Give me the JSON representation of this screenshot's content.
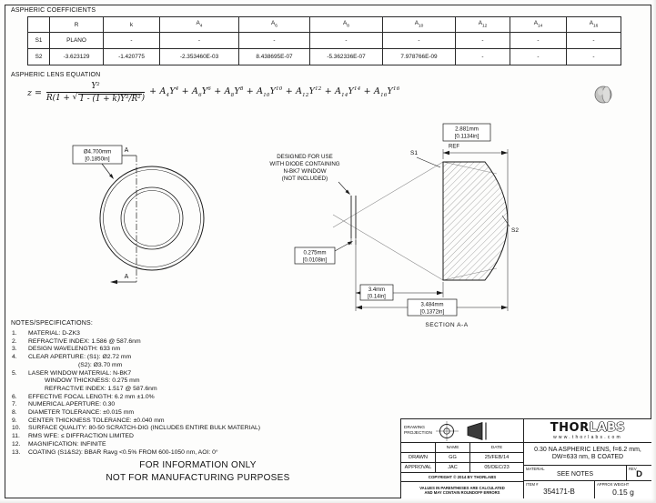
{
  "header": {
    "coefficients_label": "ASPHERIC COEFFICIENTS",
    "equation_label": "ASPHERIC LENS EQUATION"
  },
  "coefficients": {
    "headers": [
      {
        "text": ""
      },
      {
        "text": "R"
      },
      {
        "text": "k"
      },
      {
        "base": "A",
        "sub": "4"
      },
      {
        "base": "A",
        "sub": "6"
      },
      {
        "base": "A",
        "sub": "8"
      },
      {
        "base": "A",
        "sub": "10"
      },
      {
        "base": "A",
        "sub": "12"
      },
      {
        "base": "A",
        "sub": "14"
      },
      {
        "base": "A",
        "sub": "16"
      }
    ],
    "rows": [
      {
        "label": "S1",
        "values": [
          "PLANO",
          "-",
          "-",
          "-",
          "-",
          "-",
          "-",
          "-",
          "-"
        ]
      },
      {
        "label": "S2",
        "values": [
          "-3.623129",
          "-1.420775",
          "-2.353460E-03",
          "8.438695E-07",
          "-5.362336E-07",
          "7.978766E-09",
          "-",
          "-",
          "-"
        ]
      }
    ]
  },
  "equation": {
    "lhs": "z",
    "equals": "=",
    "numerator": "Y²",
    "den_prefix": "R(1 + ",
    "radical": "√",
    "radicand": "1 - (1 + k)Y²/R²",
    "den_suffix": ")",
    "tail_terms": [
      {
        "sub": "4",
        "sup": "4"
      },
      {
        "sub": "6",
        "sup": "6"
      },
      {
        "sub": "8",
        "sup": "8"
      },
      {
        "sub": "10",
        "sup": "10"
      },
      {
        "sub": "12",
        "sup": "12"
      },
      {
        "sub": "14",
        "sup": "14"
      },
      {
        "sub": "16",
        "sup": "16"
      }
    ]
  },
  "front_view": {
    "diameter_line1": "Ø4.700mm",
    "diameter_line2": "[0.1850in]",
    "section_letter": "A"
  },
  "section_view": {
    "thickness_line1": "2.881mm",
    "thickness_line2": "[0.1134in]",
    "ref_label": "REF",
    "s1_label": "S1",
    "s2_label": "S2",
    "note_line1": "DESIGNED FOR USE",
    "note_line2": "WITH DIODE CONTAINING",
    "note_line3": "N-BK7 WINDOW",
    "note_line4": "(NOT INCLUDED)",
    "window_dim_line1": "0.275mm",
    "window_dim_line2": "[0.0108in]",
    "gap_dim_line1": "3.4mm",
    "gap_dim_line2": "[0.14in]",
    "total_dim_line1": "3.484mm",
    "total_dim_line2": "[0.1372in]",
    "caption": "SECTION A-A"
  },
  "notes": {
    "label": "NOTES/SPECIFICATIONS:",
    "items": [
      {
        "num": "1.",
        "text": "MATERIAL: D-ZK3",
        "indent": 0
      },
      {
        "num": "2.",
        "text": "REFRACTIVE INDEX: 1.586 @ 587.6nm",
        "indent": 0
      },
      {
        "num": "3.",
        "text": "DESIGN WAVELENGTH: 633 nm",
        "indent": 0
      },
      {
        "num": "4.",
        "text": "CLEAR APERTURE: (S1): Ø2.72 mm",
        "indent": 0
      },
      {
        "num": "",
        "text": "(S2): Ø3.70 mm",
        "indent": 2
      },
      {
        "num": "5.",
        "text": "LASER WINDOW MATERIAL: N-BK7",
        "indent": 0
      },
      {
        "num": "",
        "text": "WINDOW THICKNESS: 0.275 mm",
        "indent": 1
      },
      {
        "num": "",
        "text": "REFRACTIVE INDEX: 1.517 @ 587.6nm",
        "indent": 1
      },
      {
        "num": "6.",
        "text": "EFFECTIVE FOCAL LENGTH: 6.2 mm ±1.0%",
        "indent": 0
      },
      {
        "num": "7.",
        "text": "NUMERICAL APERTURE: 0.30",
        "indent": 0
      },
      {
        "num": "8.",
        "text": "DIAMETER TOLERANCE: ±0.015 mm",
        "indent": 0
      },
      {
        "num": "9.",
        "text": "CENTER THICKNESS TOLERANCE: ±0.040 mm",
        "indent": 0
      },
      {
        "num": "10.",
        "text": "SURFACE QUALITY: 80-50 SCRATCH-DIG (INCLUDES ENTIRE BULK MATERIAL)",
        "indent": 0
      },
      {
        "num": "11.",
        "text": "RMS WFE: ≤ DIFFRACTION LIMITED",
        "indent": 0
      },
      {
        "num": "12.",
        "text": "MAGNIFICATION: INFINITE",
        "indent": 0
      },
      {
        "num": "13.",
        "text": "COATING (S1&S2): BBAR Ravg <0.5% FROM 600-1050 nm, AOI: 0°",
        "indent": 0
      }
    ]
  },
  "footer": {
    "line1": "FOR INFORMATION ONLY",
    "line2": "NOT FOR MANUFACTURING PURPOSES"
  },
  "title_block": {
    "projection_line1": "DRAWING",
    "projection_line2": "PROJECTION",
    "name_header": "NAME",
    "date_header": "DATE",
    "drawn_label": "DRAWN",
    "drawn_name": "GG",
    "drawn_date": "25/FEB/14",
    "approval_label": "APPROVAL",
    "approval_name": "JAC",
    "approval_date": "05/DEC/23",
    "copyright": "COPYRIGHT © 2014 BY THORLABS",
    "disclaimer_line1": "VALUES IN PARENTHESES ARE CALCULATED",
    "disclaimer_line2": "AND MAY CONTAIN ROUNDOFF ERRORS",
    "logo_thor": "THOR",
    "logo_labs": "LABS",
    "website": "www.thorlabs.com",
    "title_line1": "0.30 NA ASPHERIC LENS, f=6.2 mm,",
    "title_line2": "DW=633 nm, B COATED",
    "material_label": "MATERIAL",
    "material_value": "SEE NOTES",
    "rev_label": "REV",
    "rev_value": "D",
    "item_label": "ITEM #",
    "item_value": "354171-B",
    "weight_label": "APPROX WEIGHT",
    "weight_value": "0.15 g"
  }
}
